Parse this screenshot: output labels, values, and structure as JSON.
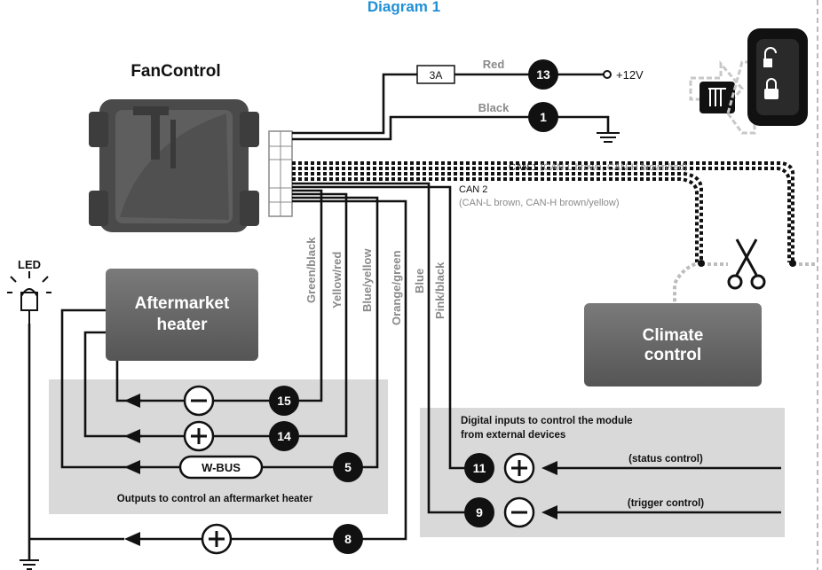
{
  "title": "Diagram 1",
  "module": {
    "name": "FanControl"
  },
  "fuse": "3A",
  "wires": {
    "red": "Red",
    "black": "Black",
    "green_black": "Green/black",
    "yellow_red": "Yellow/red",
    "blue_yellow": "Blue/yellow",
    "orange_green": "Orange/green",
    "blue": "Blue",
    "pink_black": "Pink/black"
  },
  "power": "+12V",
  "can1": {
    "label": "CAN 1",
    "detail": "(CAN-L brown, CAN-H brown/red)"
  },
  "can2": {
    "label": "CAN 2",
    "detail": "(CAN-L brown, CAN-H brown/yellow)"
  },
  "led": "LED",
  "heater": {
    "line1": "Aftermarket",
    "line2": "heater"
  },
  "climate": {
    "line1": "Climate",
    "line2": "control"
  },
  "pins": {
    "p13": "13",
    "p1": "1",
    "p15": "15",
    "p14": "14",
    "p5": "5",
    "p8": "8",
    "p11": "11",
    "p9": "9"
  },
  "wbus": "W-BUS",
  "outputs_caption": "Outputs to control an aftermarket heater",
  "inputs_caption": {
    "line1": "Digital inputs to control the module",
    "line2": "from external devices"
  },
  "status_control": "(status control)",
  "trigger_control": "(trigger control)",
  "colors": {
    "title": "#1f8fd6",
    "panel": "#d9d9d9",
    "box": "#6b6b6b",
    "pin": "#111111"
  }
}
